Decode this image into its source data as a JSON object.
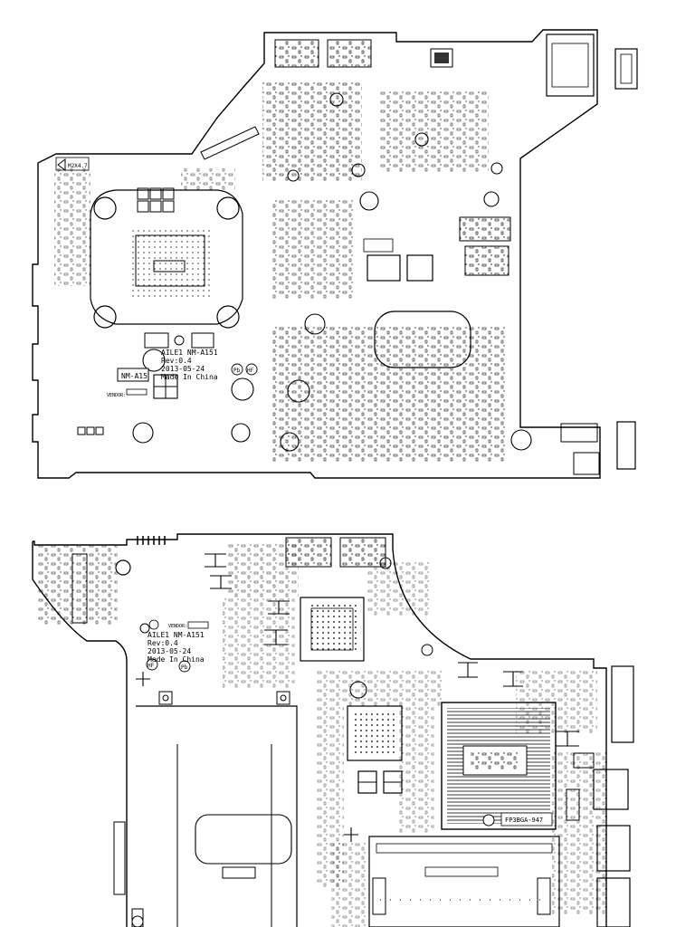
{
  "top_view": {
    "fab_line1": "AILE1 NM-A151",
    "fab_line2": "Rev:0.4",
    "fab_line3": "2013-05-24",
    "fab_line4": "Made In China",
    "model_label": "NM-A15",
    "corner_label": "M2X4.7",
    "vendor_label": "VENDOR:",
    "hf_mark": "HF",
    "pb_mark": "Pb"
  },
  "bottom_view": {
    "fab_line1": "AILE1 NM-A151",
    "fab_line2": "Rev:0.4",
    "fab_line3": "2013-05-24",
    "fab_line4": "Made In China",
    "vendor_label": "VENDOR:",
    "hf_mark": "HF",
    "pb_mark": "Pb",
    "socket_label": "FP3BGA-947"
  }
}
